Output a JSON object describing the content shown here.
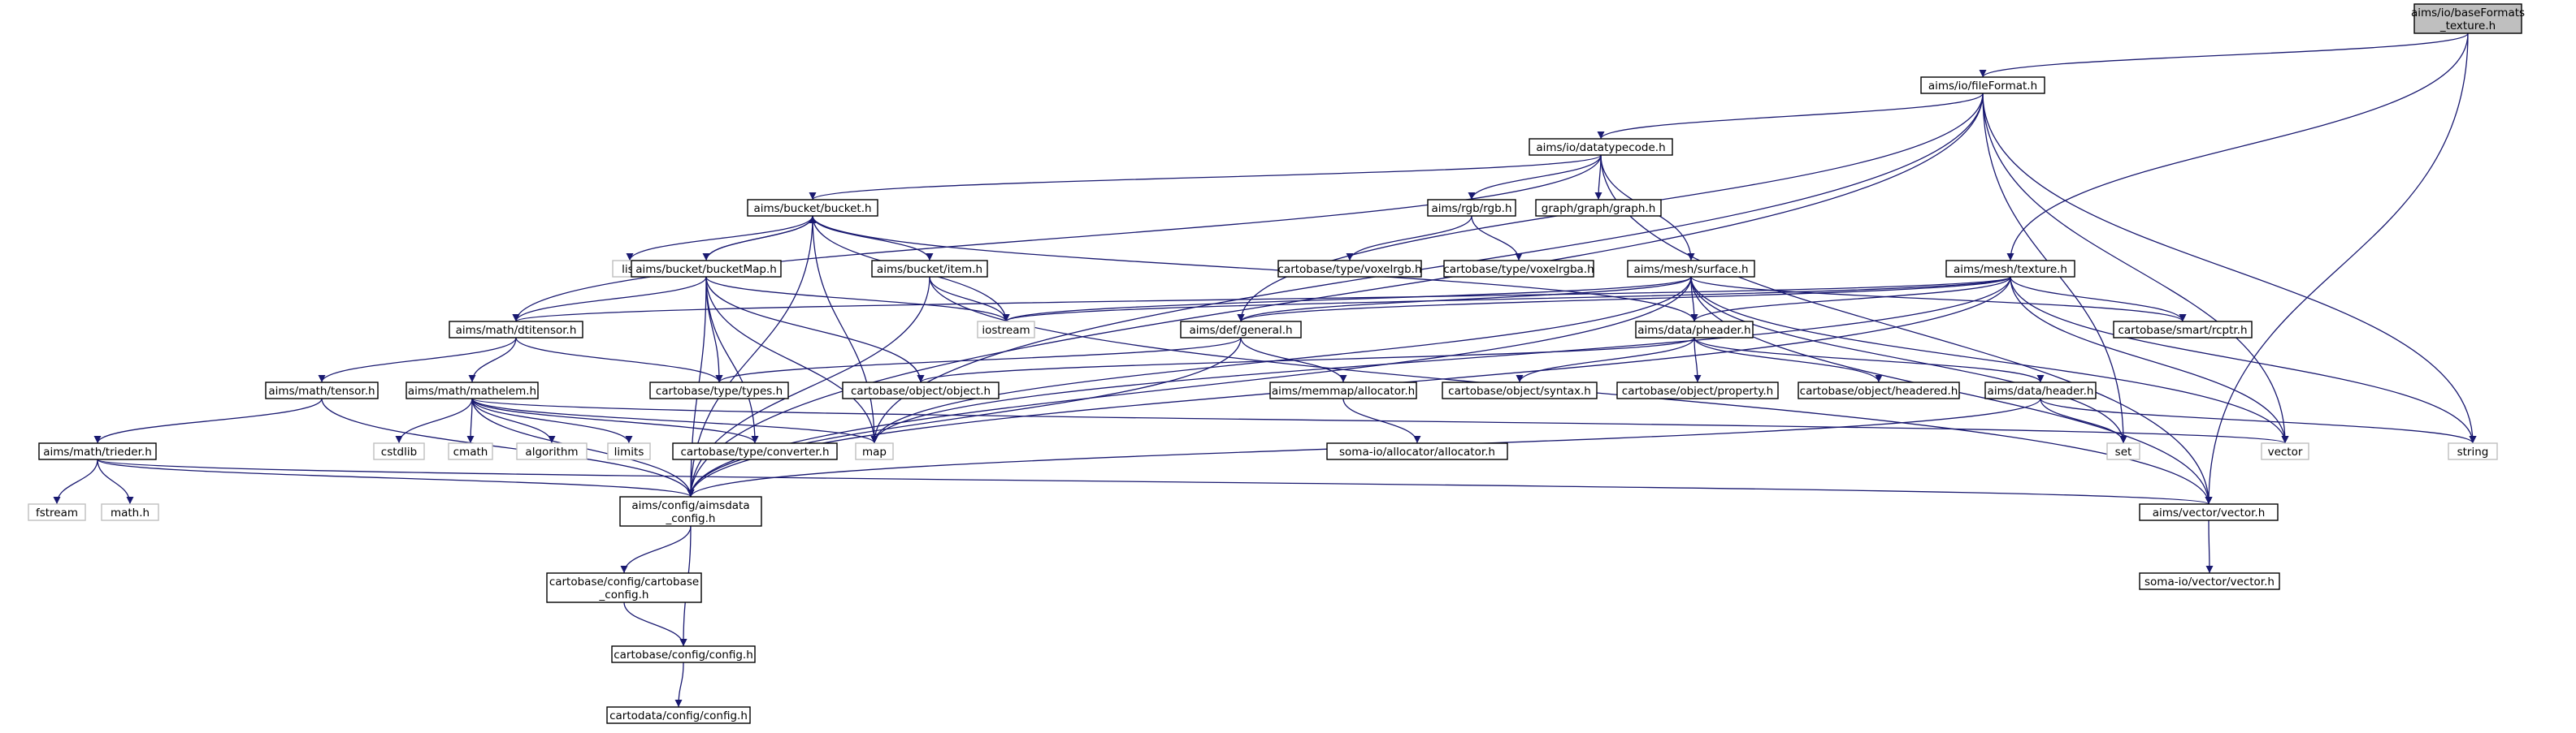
{
  "nodes": [
    {
      "id": "base",
      "lines": [
        "aims/io/baseFormats",
        "_texture.h"
      ],
      "kind": "root"
    },
    {
      "id": "fileFormat",
      "lines": [
        "aims/io/fileFormat.h"
      ],
      "kind": "hdr"
    },
    {
      "id": "datatypecode",
      "lines": [
        "aims/io/datatypecode.h"
      ],
      "kind": "hdr"
    },
    {
      "id": "texture",
      "lines": [
        "aims/mesh/texture.h"
      ],
      "kind": "hdr"
    },
    {
      "id": "bucket",
      "lines": [
        "aims/bucket/bucket.h"
      ],
      "kind": "hdr"
    },
    {
      "id": "rgb",
      "lines": [
        "aims/rgb/rgb.h"
      ],
      "kind": "hdr"
    },
    {
      "id": "graph",
      "lines": [
        "graph/graph/graph.h"
      ],
      "kind": "hdr"
    },
    {
      "id": "surface",
      "lines": [
        "aims/mesh/surface.h"
      ],
      "kind": "hdr"
    },
    {
      "id": "list",
      "lines": [
        "list"
      ],
      "kind": "sys"
    },
    {
      "id": "bucketMap",
      "lines": [
        "aims/bucket/bucketMap.h"
      ],
      "kind": "hdr"
    },
    {
      "id": "item",
      "lines": [
        "aims/bucket/item.h"
      ],
      "kind": "hdr"
    },
    {
      "id": "voxelrgb",
      "lines": [
        "cartobase/type/voxelrgb.h"
      ],
      "kind": "hdr"
    },
    {
      "id": "voxelrgba",
      "lines": [
        "cartobase/type/voxelrgba.h"
      ],
      "kind": "hdr"
    },
    {
      "id": "iostream",
      "lines": [
        "iostream"
      ],
      "kind": "sys"
    },
    {
      "id": "rcptr",
      "lines": [
        "cartobase/smart/rcptr.h"
      ],
      "kind": "hdr"
    },
    {
      "id": "dtitensor",
      "lines": [
        "aims/math/dtitensor.h"
      ],
      "kind": "hdr"
    },
    {
      "id": "general",
      "lines": [
        "aims/def/general.h"
      ],
      "kind": "hdr"
    },
    {
      "id": "pheader",
      "lines": [
        "aims/data/pheader.h"
      ],
      "kind": "hdr"
    },
    {
      "id": "tensor",
      "lines": [
        "aims/math/tensor.h"
      ],
      "kind": "hdr"
    },
    {
      "id": "mathelem",
      "lines": [
        "aims/math/mathelem.h"
      ],
      "kind": "hdr"
    },
    {
      "id": "types",
      "lines": [
        "cartobase/type/types.h"
      ],
      "kind": "hdr"
    },
    {
      "id": "object",
      "lines": [
        "cartobase/object/object.h"
      ],
      "kind": "hdr"
    },
    {
      "id": "allocator",
      "lines": [
        "aims/memmap/allocator.h"
      ],
      "kind": "hdr"
    },
    {
      "id": "syntax",
      "lines": [
        "cartobase/object/syntax.h"
      ],
      "kind": "hdr"
    },
    {
      "id": "property",
      "lines": [
        "cartobase/object/property.h"
      ],
      "kind": "hdr"
    },
    {
      "id": "headered",
      "lines": [
        "cartobase/object/headered.h"
      ],
      "kind": "hdr"
    },
    {
      "id": "header",
      "lines": [
        "aims/data/header.h"
      ],
      "kind": "hdr"
    },
    {
      "id": "trieder",
      "lines": [
        "aims/math/trieder.h"
      ],
      "kind": "hdr"
    },
    {
      "id": "cstdlib",
      "lines": [
        "cstdlib"
      ],
      "kind": "sys"
    },
    {
      "id": "cmath",
      "lines": [
        "cmath"
      ],
      "kind": "sys"
    },
    {
      "id": "algorithm",
      "lines": [
        "algorithm"
      ],
      "kind": "sys"
    },
    {
      "id": "limits",
      "lines": [
        "limits"
      ],
      "kind": "sys"
    },
    {
      "id": "converter",
      "lines": [
        "cartobase/type/converter.h"
      ],
      "kind": "hdr"
    },
    {
      "id": "map",
      "lines": [
        "map"
      ],
      "kind": "sys"
    },
    {
      "id": "somaAllocator",
      "lines": [
        "soma-io/allocator/allocator.h"
      ],
      "kind": "hdr"
    },
    {
      "id": "set",
      "lines": [
        "set"
      ],
      "kind": "sys"
    },
    {
      "id": "vector",
      "lines": [
        "vector"
      ],
      "kind": "sys"
    },
    {
      "id": "string",
      "lines": [
        "string"
      ],
      "kind": "sys"
    },
    {
      "id": "fstream",
      "lines": [
        "fstream"
      ],
      "kind": "sys"
    },
    {
      "id": "mathh",
      "lines": [
        "math.h"
      ],
      "kind": "sys"
    },
    {
      "id": "aimsdata",
      "lines": [
        "aims/config/aimsdata",
        "_config.h"
      ],
      "kind": "hdr"
    },
    {
      "id": "aimsvector",
      "lines": [
        "aims/vector/vector.h"
      ],
      "kind": "hdr"
    },
    {
      "id": "cartobaseConfig",
      "lines": [
        "cartobase/config/cartobase",
        "_config.h"
      ],
      "kind": "hdr"
    },
    {
      "id": "somaVector",
      "lines": [
        "soma-io/vector/vector.h"
      ],
      "kind": "hdr"
    },
    {
      "id": "config",
      "lines": [
        "cartobase/config/config.h"
      ],
      "kind": "hdr"
    },
    {
      "id": "cartodata",
      "lines": [
        "cartodata/config/config.h"
      ],
      "kind": "hdr"
    }
  ],
  "edges": [
    [
      "base",
      "fileFormat"
    ],
    [
      "base",
      "texture"
    ],
    [
      "base",
      "aimsvector"
    ],
    [
      "fileFormat",
      "datatypecode"
    ],
    [
      "fileFormat",
      "general"
    ],
    [
      "fileFormat",
      "set"
    ],
    [
      "fileFormat",
      "vector"
    ],
    [
      "fileFormat",
      "string"
    ],
    [
      "fileFormat",
      "map"
    ],
    [
      "fileFormat",
      "aimsdata"
    ],
    [
      "datatypecode",
      "bucket"
    ],
    [
      "datatypecode",
      "rgb"
    ],
    [
      "datatypecode",
      "graph"
    ],
    [
      "datatypecode",
      "surface"
    ],
    [
      "datatypecode",
      "dtitensor"
    ],
    [
      "datatypecode",
      "aimsvector"
    ],
    [
      "texture",
      "general"
    ],
    [
      "texture",
      "pheader"
    ],
    [
      "texture",
      "iostream"
    ],
    [
      "texture",
      "rcptr"
    ],
    [
      "texture",
      "vector"
    ],
    [
      "texture",
      "string"
    ],
    [
      "texture",
      "map"
    ],
    [
      "texture",
      "aimsdata"
    ],
    [
      "texture",
      "dtitensor"
    ],
    [
      "bucket",
      "list"
    ],
    [
      "bucket",
      "bucketMap"
    ],
    [
      "bucket",
      "item"
    ],
    [
      "bucket",
      "iostream"
    ],
    [
      "bucket",
      "map"
    ],
    [
      "bucket",
      "pheader"
    ],
    [
      "bucket",
      "aimsdata"
    ],
    [
      "bucketMap",
      "bucket"
    ],
    [
      "bucketMap",
      "dtitensor"
    ],
    [
      "bucketMap",
      "types"
    ],
    [
      "bucketMap",
      "object"
    ],
    [
      "bucketMap",
      "converter"
    ],
    [
      "bucketMap",
      "iostream"
    ],
    [
      "bucketMap",
      "map"
    ],
    [
      "bucketMap",
      "aimsdata"
    ],
    [
      "item",
      "iostream"
    ],
    [
      "item",
      "aimsdata"
    ],
    [
      "item",
      "aimsvector"
    ],
    [
      "rgb",
      "voxelrgb"
    ],
    [
      "rgb",
      "voxelrgba"
    ],
    [
      "surface",
      "general"
    ],
    [
      "surface",
      "pheader"
    ],
    [
      "surface",
      "iostream"
    ],
    [
      "surface",
      "rcptr"
    ],
    [
      "surface",
      "set"
    ],
    [
      "surface",
      "vector"
    ],
    [
      "surface",
      "aimsvector"
    ],
    [
      "surface",
      "map"
    ],
    [
      "surface",
      "aimsdata"
    ],
    [
      "dtitensor",
      "tensor"
    ],
    [
      "dtitensor",
      "mathelem"
    ],
    [
      "dtitensor",
      "types"
    ],
    [
      "general",
      "types"
    ],
    [
      "general",
      "allocator"
    ],
    [
      "general",
      "aimsdata"
    ],
    [
      "pheader",
      "object"
    ],
    [
      "pheader",
      "syntax"
    ],
    [
      "pheader",
      "property"
    ],
    [
      "pheader",
      "headered"
    ],
    [
      "pheader",
      "header"
    ],
    [
      "tensor",
      "trieder"
    ],
    [
      "tensor",
      "aimsdata"
    ],
    [
      "mathelem",
      "cstdlib"
    ],
    [
      "mathelem",
      "cmath"
    ],
    [
      "mathelem",
      "algorithm"
    ],
    [
      "mathelem",
      "limits"
    ],
    [
      "mathelem",
      "converter"
    ],
    [
      "mathelem",
      "map"
    ],
    [
      "mathelem",
      "aimsdata"
    ],
    [
      "mathelem",
      "vector"
    ],
    [
      "header",
      "set"
    ],
    [
      "header",
      "string"
    ],
    [
      "header",
      "aimsdata"
    ],
    [
      "allocator",
      "somaAllocator"
    ],
    [
      "trieder",
      "fstream"
    ],
    [
      "trieder",
      "mathh"
    ],
    [
      "trieder",
      "aimsdata"
    ],
    [
      "trieder",
      "aimsvector"
    ],
    [
      "aimsdata",
      "cartobaseConfig"
    ],
    [
      "aimsdata",
      "config"
    ],
    [
      "cartobaseConfig",
      "config"
    ],
    [
      "config",
      "cartodata"
    ],
    [
      "aimsvector",
      "somaVector"
    ]
  ]
}
